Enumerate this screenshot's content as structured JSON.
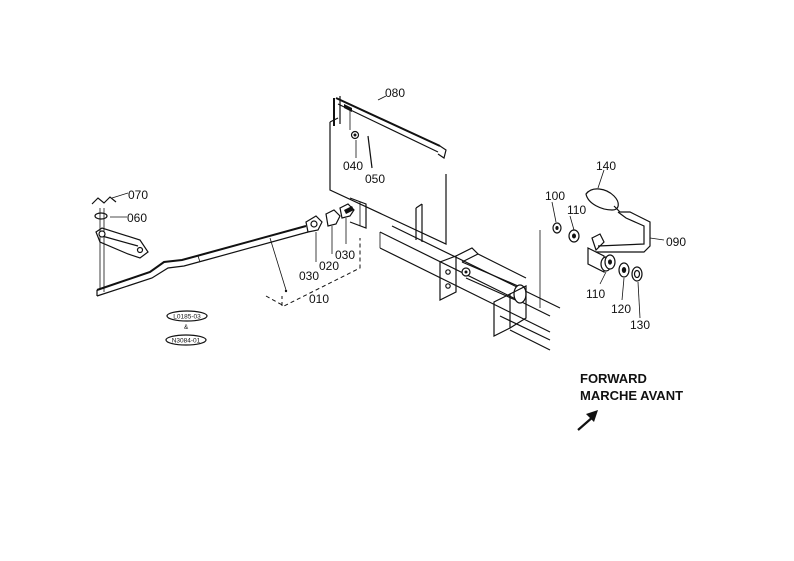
{
  "part_numbers": {
    "p010": "010",
    "p020": "020",
    "p030a": "030",
    "p030b": "030",
    "p040": "040",
    "p050": "050",
    "p060": "060",
    "p070": "070",
    "p080": "080",
    "p090": "090",
    "p100": "100",
    "p110a": "110",
    "p110b": "110",
    "p120": "120",
    "p130": "130",
    "p140": "140"
  },
  "serial_tags": {
    "tag1": "L0185-03",
    "tag_separator": "&",
    "tag2": "N3084-01"
  },
  "direction": {
    "line1": "FORWARD",
    "line2": "MARCHE AVANT",
    "icon": "arrow-up-right-icon"
  }
}
